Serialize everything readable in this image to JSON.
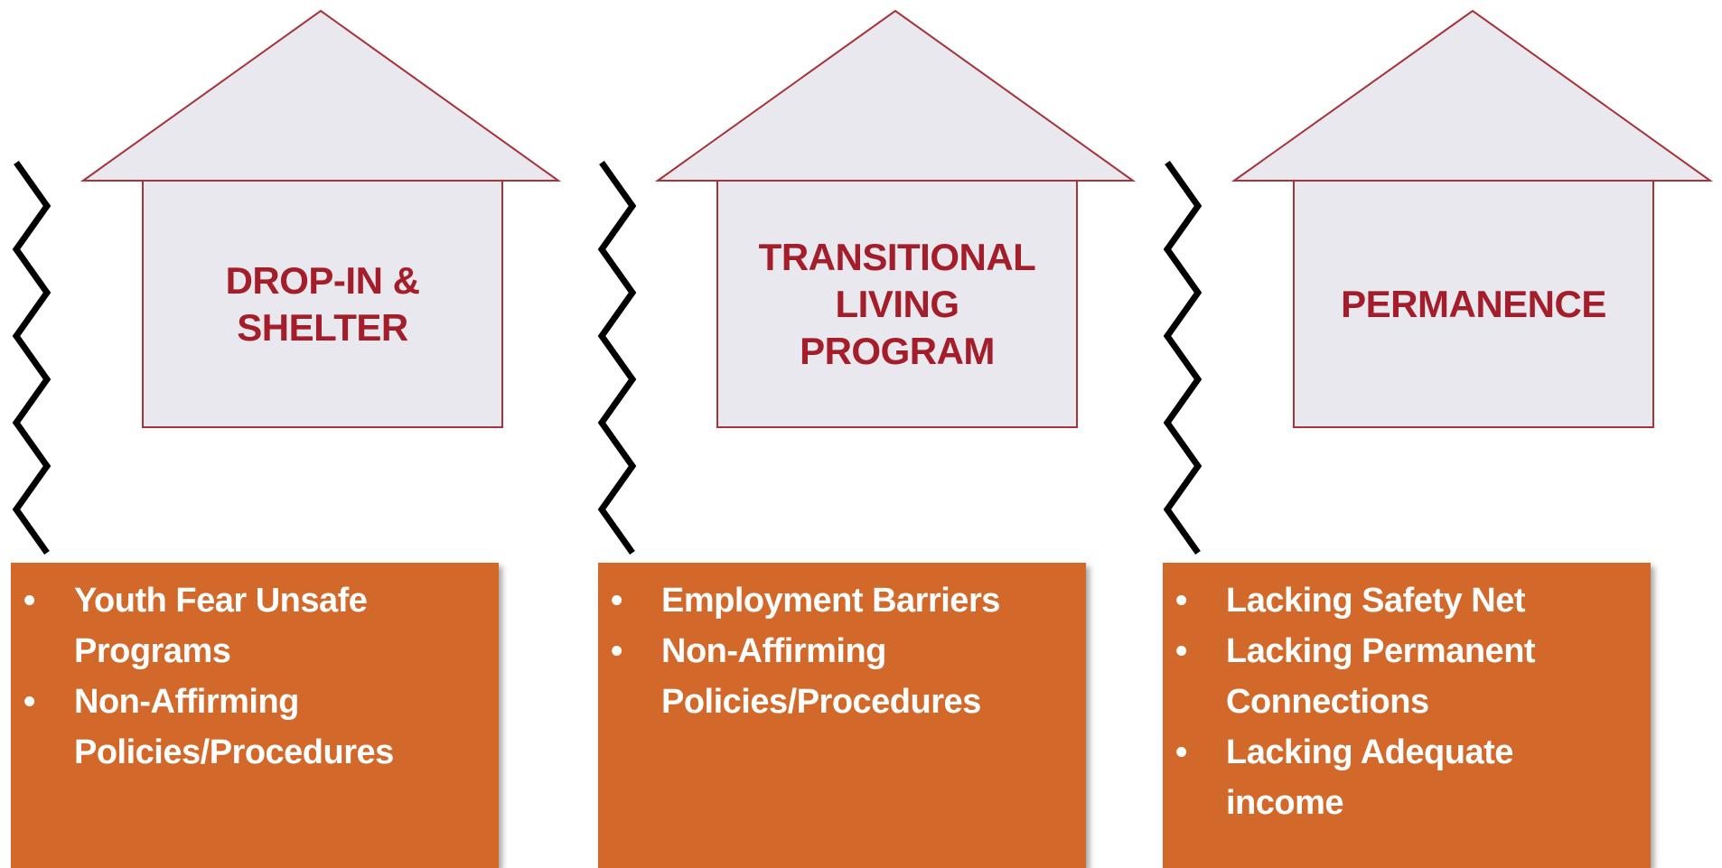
{
  "colors": {
    "house_fill": "#e9e8ee",
    "house_stroke": "#a6333a",
    "label_color": "#a31e2a",
    "box_fill": "#d2692a",
    "box_text": "#ffffff",
    "zigzag": "#000000"
  },
  "columns": [
    {
      "house_label_lines": [
        "DROP-IN &",
        "SHELTER"
      ],
      "barriers": [
        {
          "lines": [
            "Youth Fear Unsafe",
            "Programs"
          ]
        },
        {
          "lines": [
            "Non-Affirming",
            "Policies/Procedures"
          ]
        }
      ]
    },
    {
      "house_label_lines": [
        "TRANSITIONAL",
        "LIVING",
        "PROGRAM"
      ],
      "barriers": [
        {
          "lines": [
            "Employment Barriers"
          ]
        },
        {
          "lines": [
            "Non-Affirming",
            "Policies/Procedures"
          ]
        }
      ]
    },
    {
      "house_label_lines": [
        "PERMANENCE"
      ],
      "barriers": [
        {
          "lines": [
            "Lacking Safety Net"
          ]
        },
        {
          "lines": [
            "Lacking Permanent",
            "Connections"
          ]
        },
        {
          "lines": [
            "Lacking Adequate",
            "income"
          ]
        }
      ]
    }
  ]
}
